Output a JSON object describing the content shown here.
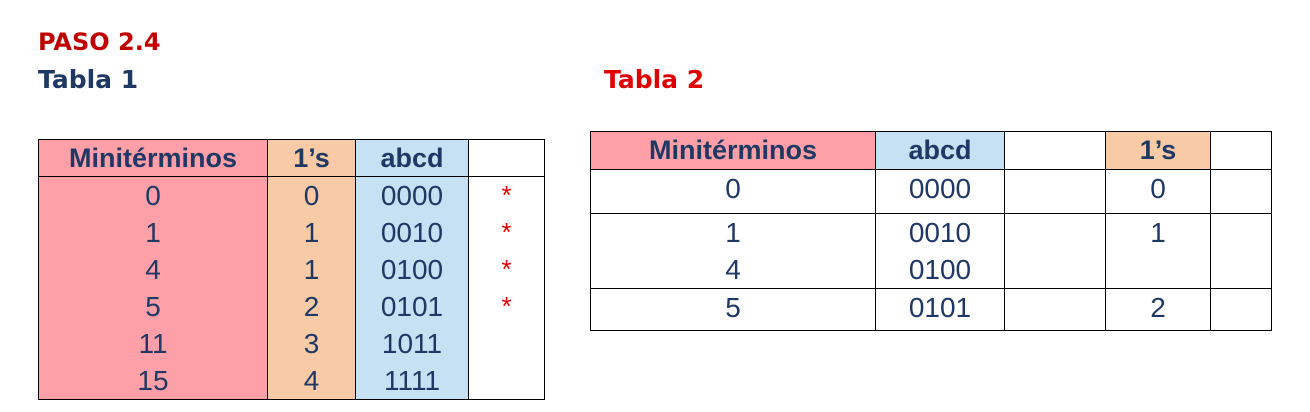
{
  "heading": "PASO 2.4",
  "table1": {
    "title": "Tabla 1",
    "headers": [
      "Minitérminos",
      "1’s",
      "abcd",
      ""
    ],
    "rows": [
      {
        "m": "0",
        "ones": "0",
        "abcd": "0000",
        "mark": "*"
      },
      {
        "m": "1",
        "ones": "1",
        "abcd": "0010",
        "mark": "*"
      },
      {
        "m": "4",
        "ones": "1",
        "abcd": "0100",
        "mark": "*"
      },
      {
        "m": "5",
        "ones": "2",
        "abcd": "0101",
        "mark": "*"
      },
      {
        "m": "11",
        "ones": "3",
        "abcd": "1011",
        "mark": ""
      },
      {
        "m": "15",
        "ones": "4",
        "abcd": "1111",
        "mark": ""
      }
    ],
    "colors": {
      "minterm_col": "#ffa0a8",
      "ones_col": "#f8cba6",
      "abcd_col": "#c6e0f4",
      "mark": "#e00000"
    }
  },
  "table2": {
    "title": "Tabla 2",
    "headers": [
      "Minitérminos",
      "abcd",
      "",
      "1’s",
      ""
    ],
    "groups": [
      {
        "m": [
          "0"
        ],
        "abcd": [
          "0000"
        ],
        "ones": "0"
      },
      {
        "m": [
          "1",
          "4"
        ],
        "abcd": [
          "0010",
          "0100"
        ],
        "ones": "1"
      },
      {
        "m": [
          "5"
        ],
        "abcd": [
          "0101"
        ],
        "ones": "2"
      }
    ]
  }
}
